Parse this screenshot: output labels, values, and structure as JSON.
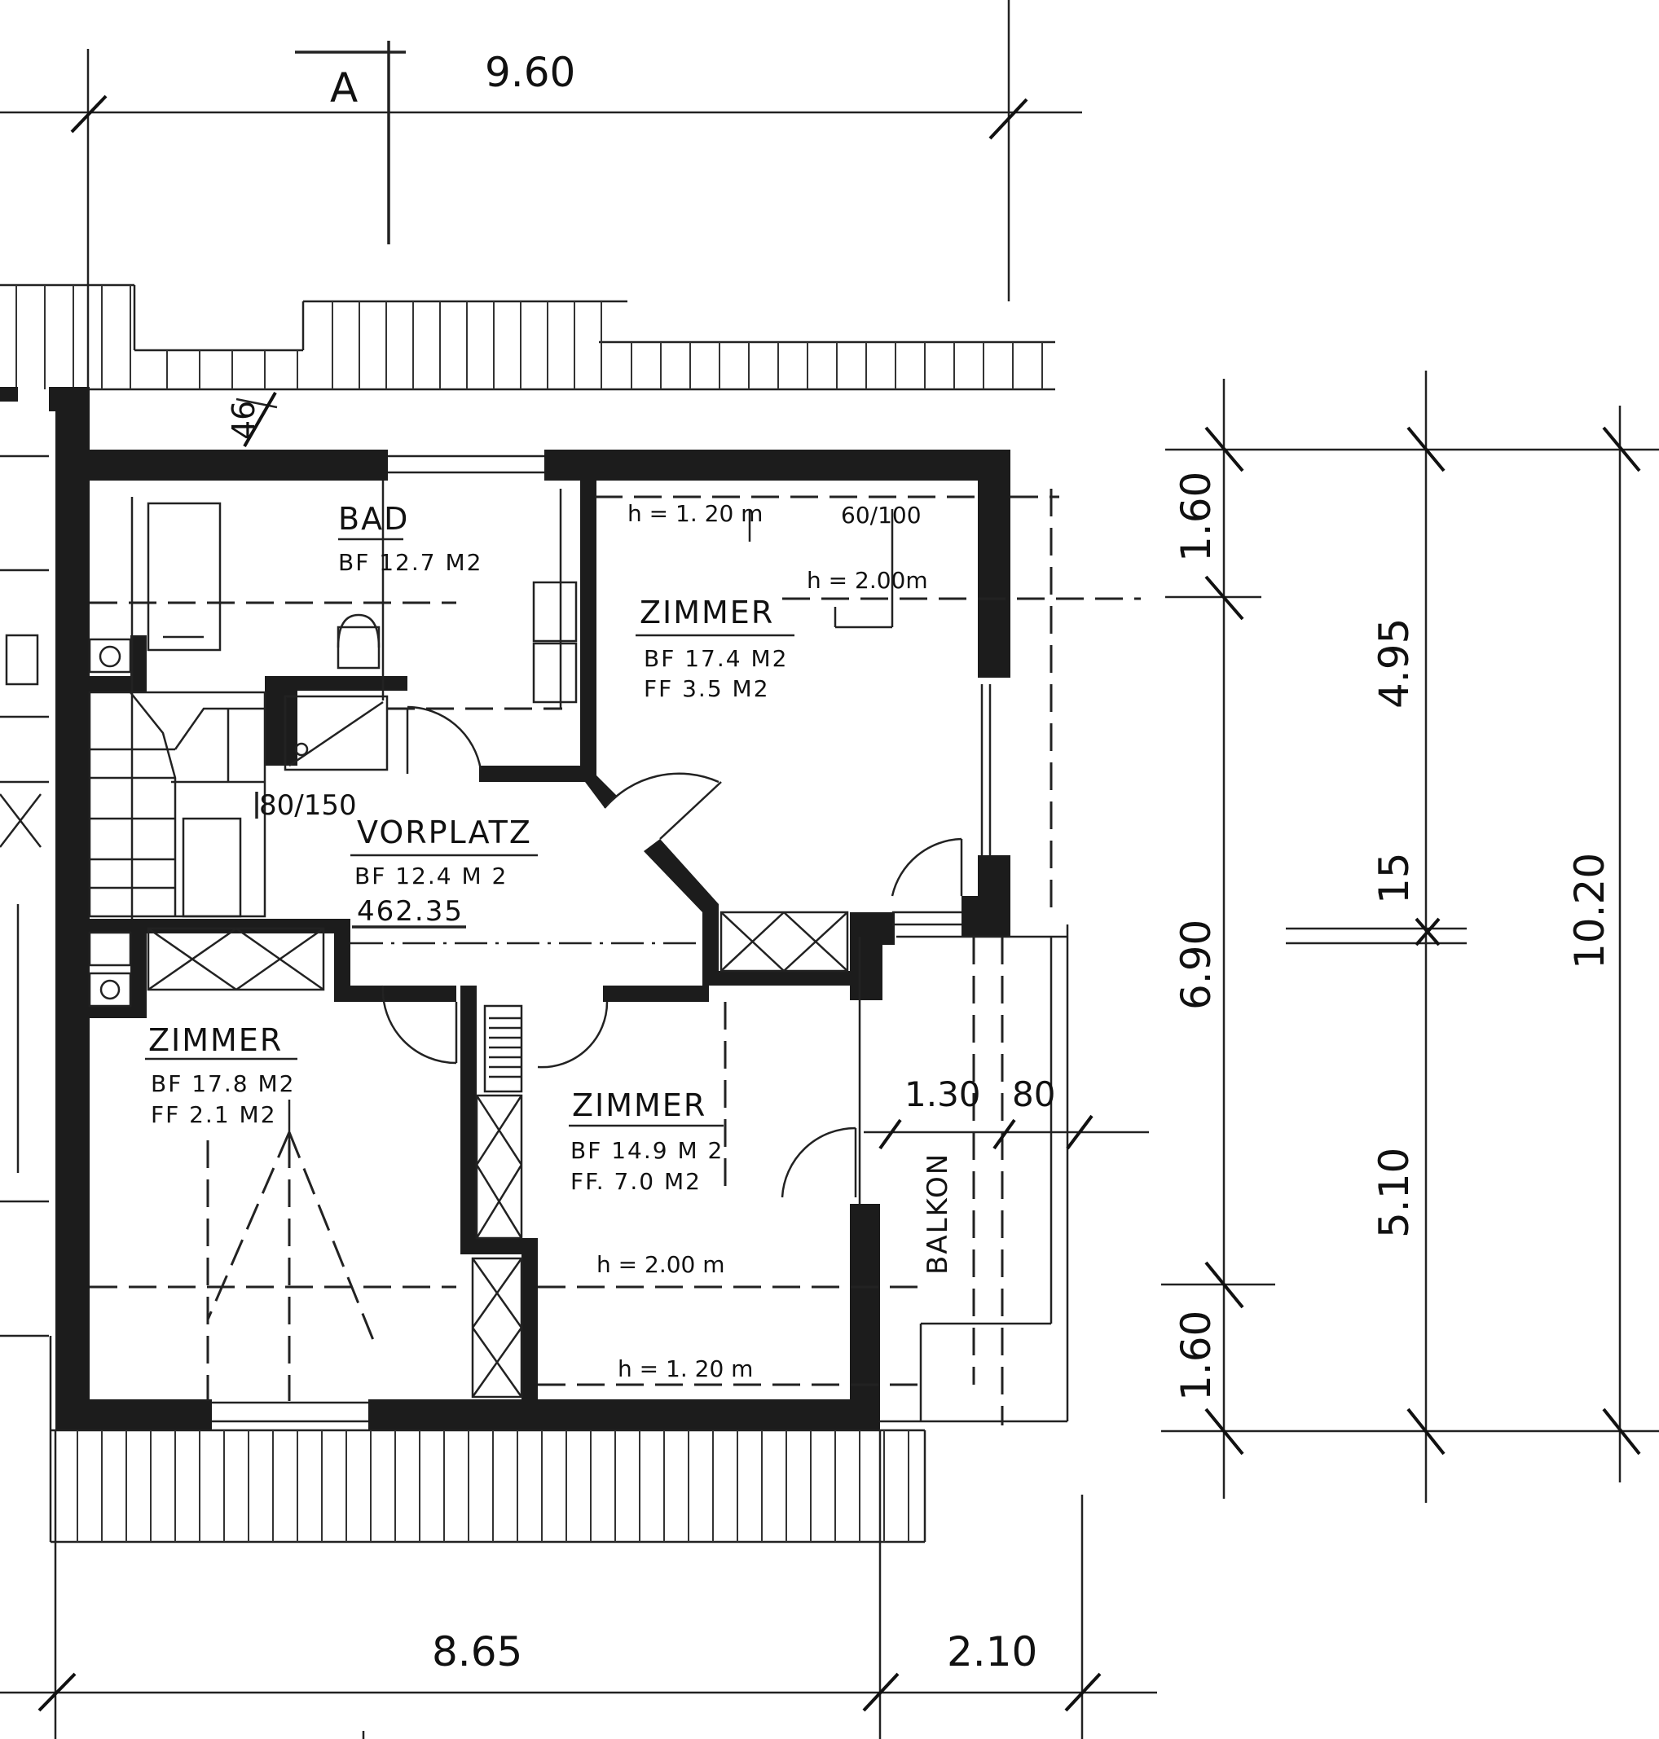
{
  "section_marker": {
    "letter": "A"
  },
  "dimensions": {
    "top_width": "9.60",
    "bottom_left": "8.65",
    "bottom_right": "2.10",
    "balcony_width_1": "1.30",
    "balcony_width_2": "80",
    "wall_46": "46",
    "right_col1_top": "1.60",
    "right_col1_mid": "6.90",
    "right_col1_bottom": "1.60",
    "right_col2_top": "4.95",
    "right_col2_mid": "15",
    "right_col2_bottom": "5.10",
    "right_col3_total": "10.20"
  },
  "rooms": {
    "bad": {
      "name": "BAD",
      "bf": "BF 12.7  M2"
    },
    "zimmer_ne": {
      "name": "ZIMMER",
      "bf": "BF  17.4  M2",
      "ff": "FF    3.5  M2"
    },
    "vorplatz": {
      "name": "VORPLATZ",
      "bf": "BF  12.4  M 2",
      "level": "462.35"
    },
    "zimmer_sw": {
      "name": "ZIMMER",
      "bf": "BF  17.8  M2",
      "ff": "FF    2.1  M2"
    },
    "zimmer_s": {
      "name": "ZIMMER",
      "bf": "BF  14.9  M 2",
      "ff": "FF.  7.0  M2"
    },
    "balkon": {
      "name": "BALKON"
    }
  },
  "notes": {
    "h120_top": "h =  1. 20 m",
    "window_6010": "60/100",
    "h200_top": "h =  2.00m",
    "stair_8015": "80/150",
    "h200_bottom": "h = 2.00  m",
    "h120_bottom": "h = 1. 20  m"
  }
}
